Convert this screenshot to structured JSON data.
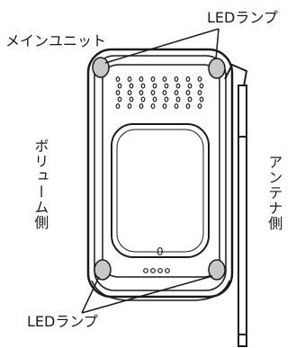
{
  "labels": {
    "main_unit": "メインユニット",
    "led_top": "LEDランプ",
    "led_bottom": "LEDランプ",
    "volume_side": "ボリューム側",
    "antenna_side": "アンテナ側",
    "center_mark": "0"
  },
  "colors": {
    "stroke": "#1a1a1a",
    "led_fill": "#c8c8c8"
  }
}
